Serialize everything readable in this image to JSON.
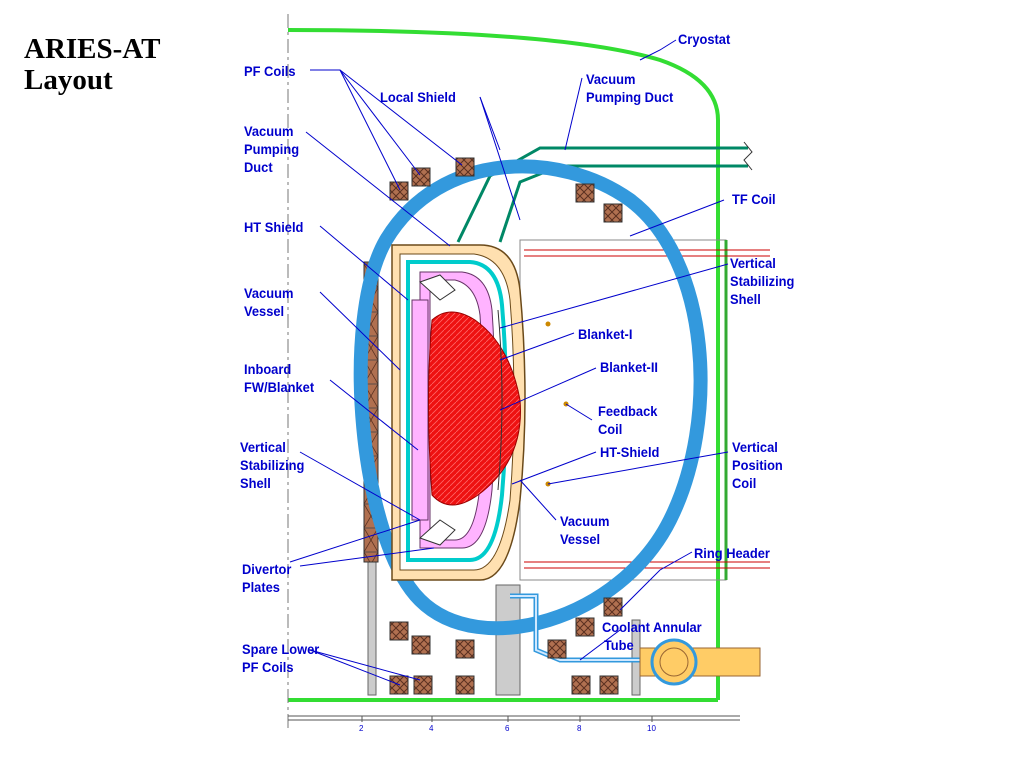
{
  "title": {
    "line1": "ARIES-AT",
    "line2": "Layout"
  },
  "colors": {
    "label_blue": "#0000cc",
    "cryostat_green": "#33dd33",
    "vacuum_vessel_blue": "#3399dd",
    "plasma_red": "#ee1111",
    "blanket_pink": "#ffb3ff",
    "ht_shield_tan": "#ffe0b0",
    "coil_brown": "#b07050",
    "duct_teal": "#008866",
    "coolant_orange": "#ffcc66",
    "line_red": "#cc0000"
  },
  "labels": {
    "cryostat": "Cryostat",
    "pf_coils": "PF Coils",
    "local_shield": "Local Shield",
    "vacuum_pumping_duct_top": [
      "Vacuum",
      "Pumping Duct"
    ],
    "vacuum_pumping_duct_left": [
      "Vacuum",
      "Pumping",
      "Duct"
    ],
    "tf_coil": "TF Coil",
    "ht_shield": "HT Shield",
    "vertical_stabilizing_shell_right": [
      "Vertical",
      "Stabilizing",
      "Shell"
    ],
    "vacuum_vessel_left": [
      "Vacuum",
      "Vessel"
    ],
    "blanket_1": "Blanket-I",
    "blanket_2": "Blanket-II",
    "inboard_fw_blanket": [
      "Inboard",
      "FW/Blanket"
    ],
    "feedback_coil": [
      "Feedback",
      "Coil"
    ],
    "ht_shield_inner": "HT-Shield",
    "vertical_stabilizing_shell_left": [
      "Vertical",
      "Stabilizing",
      "Shell"
    ],
    "vertical_position_coil": [
      "Vertical",
      "Position",
      "Coil"
    ],
    "vacuum_vessel_inner": [
      "Vacuum",
      "Vessel"
    ],
    "divertor_plates": [
      "Divertor",
      "Plates"
    ],
    "ring_header": "Ring Header",
    "coolant_annular_tube": [
      "Coolant Annular",
      "Tube"
    ],
    "spare_lower_pf_coils": [
      "Spare Lower",
      "PF Coils"
    ]
  },
  "scale_ticks": [
    "2",
    "4",
    "6",
    "8",
    "10"
  ]
}
